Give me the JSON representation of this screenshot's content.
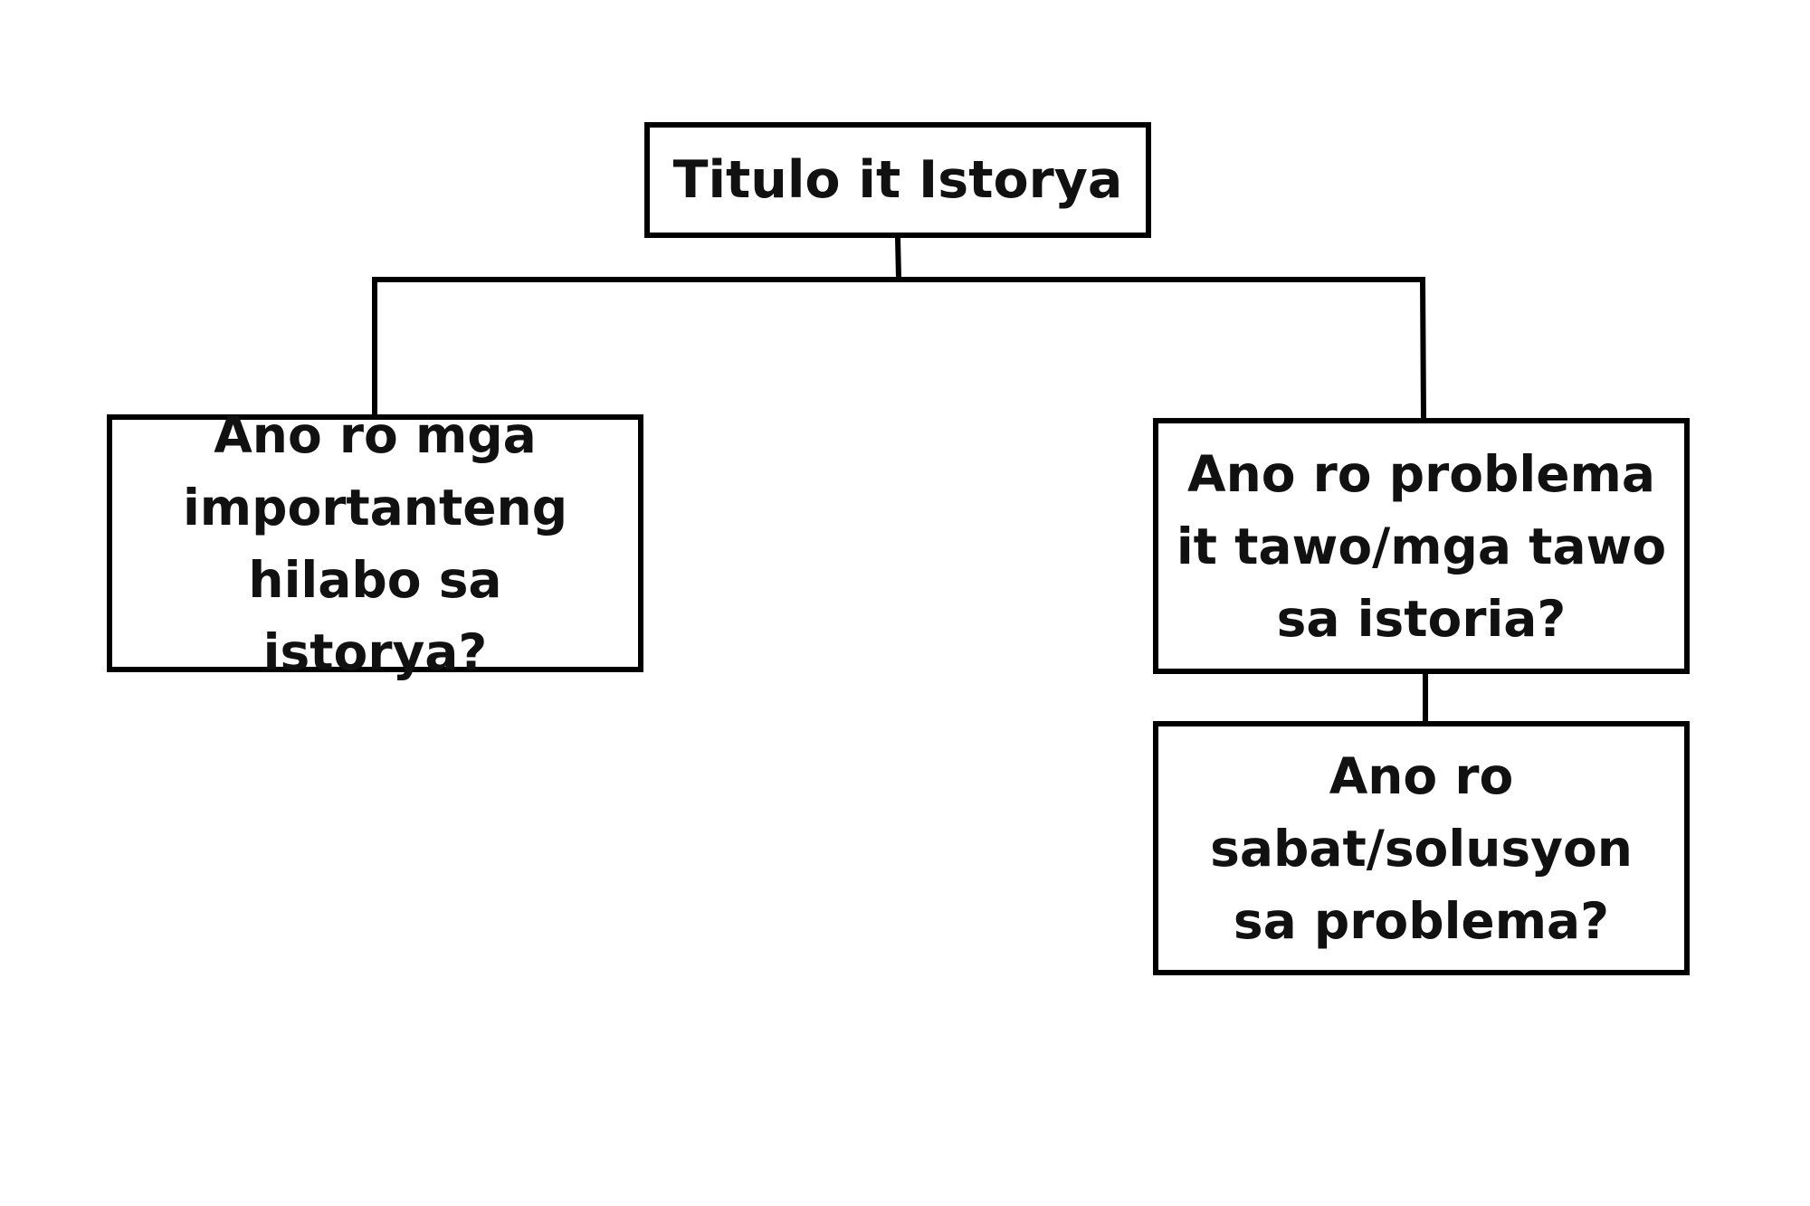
{
  "diagram": {
    "title_node": {
      "label": "Titulo it Istorya"
    },
    "left_node": {
      "label": "Ano ro mga importanteng hilabo sa istorya?"
    },
    "right_node": {
      "label": "Ano ro problema it tawo/mga tawo sa istoria?"
    },
    "bottom_node": {
      "label": "Ano ro sabat/solusyon sa problema?"
    },
    "edges": [
      {
        "from": "title_node",
        "to": "left_node"
      },
      {
        "from": "title_node",
        "to": "right_node"
      },
      {
        "from": "right_node",
        "to": "bottom_node"
      }
    ],
    "colors": {
      "line": "#000000",
      "text": "#111111",
      "background": "#ffffff"
    }
  }
}
